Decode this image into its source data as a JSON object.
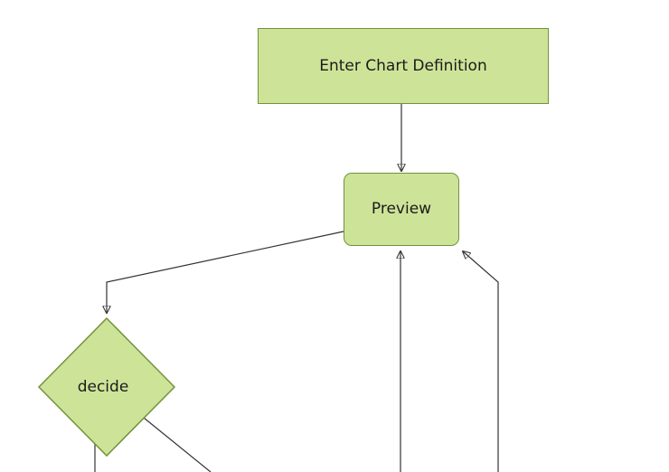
{
  "diagram": {
    "type": "flowchart",
    "direction": "top-down",
    "colors": {
      "background": "#ffffff",
      "node_fill": "#cde498",
      "node_stroke": "#74923c",
      "edge_color": "#333333",
      "text_color": "#1b1b1b"
    },
    "nodes": [
      {
        "id": "enter",
        "label": "Enter Chart Definition",
        "shape": "rectangle"
      },
      {
        "id": "preview",
        "label": "Preview",
        "shape": "rounded-rectangle"
      },
      {
        "id": "decide",
        "label": "decide",
        "shape": "diamond"
      }
    ],
    "edges": [
      {
        "from": "enter",
        "to": "preview",
        "arrow": true
      },
      {
        "from": "preview",
        "to": "decide",
        "arrow": true
      },
      {
        "from": "offscreen-bottom-mid",
        "to": "preview",
        "arrow": true
      },
      {
        "from": "offscreen-bottom-right",
        "to": "preview",
        "arrow": true
      },
      {
        "from": "decide",
        "to": "offscreen-bottom-left",
        "arrow": false
      },
      {
        "from": "decide",
        "to": "offscreen-bottom-center",
        "arrow": false
      }
    ]
  }
}
